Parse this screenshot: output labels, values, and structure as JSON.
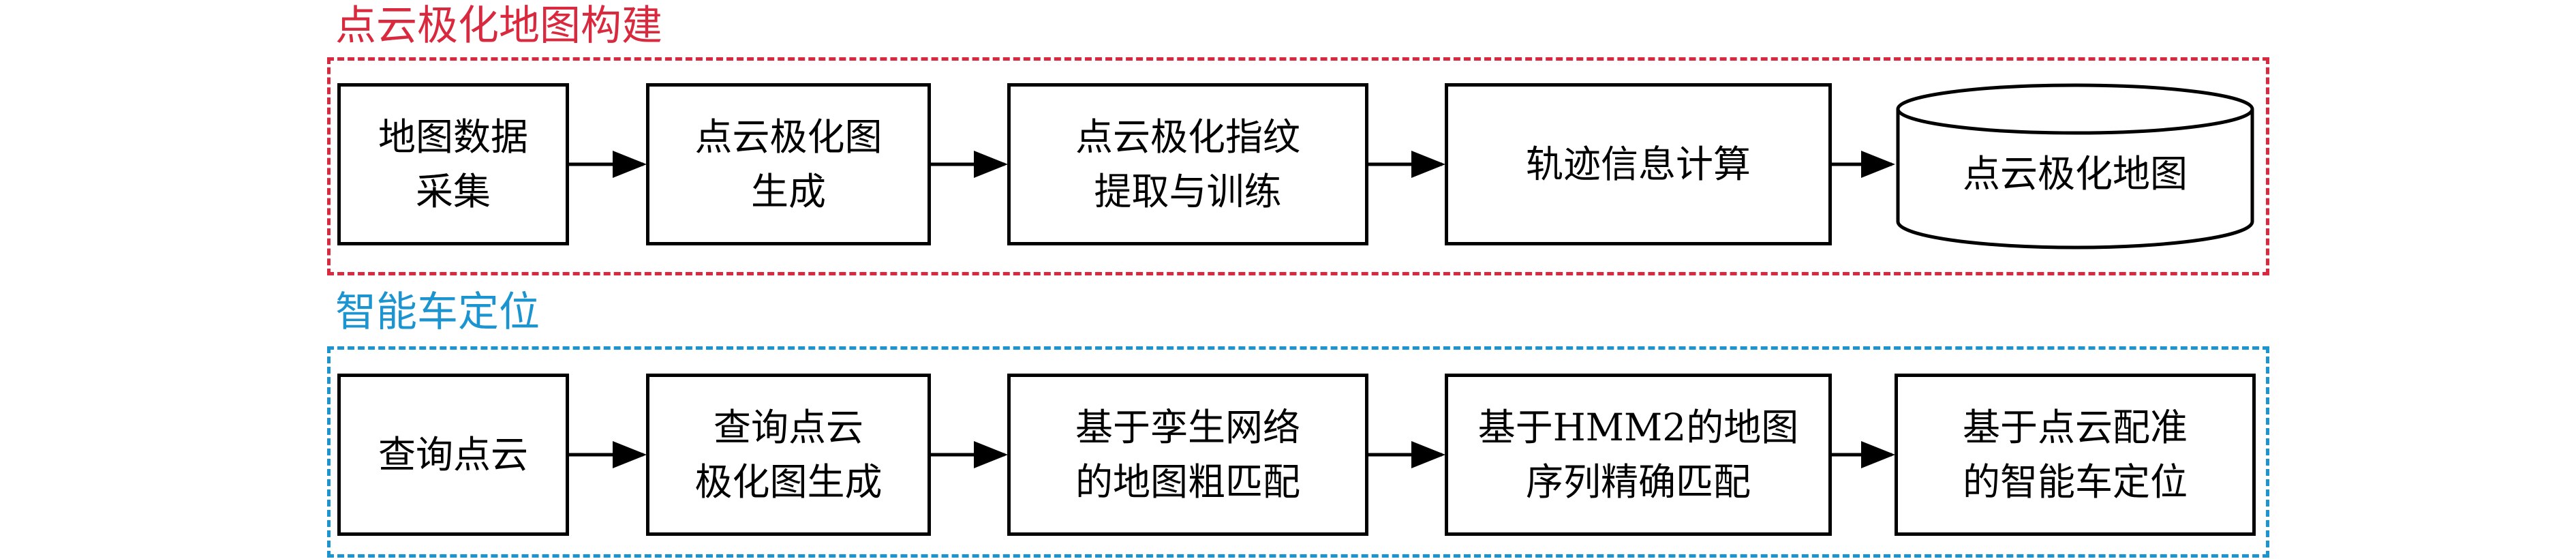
{
  "colors": {
    "build": "#d9293f",
    "locate": "#1b94cf",
    "line": "#000000"
  },
  "sections": [
    {
      "id": "build",
      "title": "点云极化地图构建",
      "nodes": [
        "地图数据\n采集",
        "点云极化图\n生成",
        "点云极化指纹\n提取与训练",
        "轨迹信息计算",
        "点云极化地图"
      ],
      "last_node_shape": "cylinder"
    },
    {
      "id": "locate",
      "title": "智能车定位",
      "nodes": [
        "查询点云",
        "查询点云\n极化图生成",
        "基于孪生网络\n的地图粗匹配",
        "基于HMM2的地图\n序列精确匹配",
        "基于点云配准\n的智能车定位"
      ],
      "last_node_shape": "rect"
    }
  ]
}
